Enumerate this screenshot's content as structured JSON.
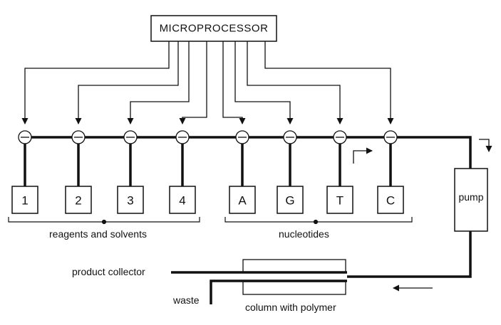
{
  "processor": {
    "label": "MICROPROCESSOR"
  },
  "reservoirs": {
    "reagents": [
      "1",
      "2",
      "3",
      "4"
    ],
    "nucleotides": [
      "A",
      "G",
      "T",
      "C"
    ]
  },
  "groups": {
    "reagents_label": "reagents and solvents",
    "nucleotides_label": "nucleotides"
  },
  "pump": {
    "label": "pump"
  },
  "outputs": {
    "product_label": "product  collector",
    "waste_label": "waste",
    "column_label": "column with polymer"
  }
}
